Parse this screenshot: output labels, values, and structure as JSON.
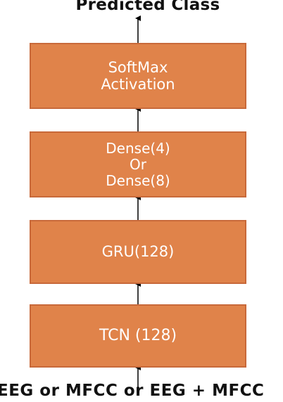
{
  "diagram": {
    "output_label": "Predicted Class",
    "input_label": "EEG or MFCC or EEG + MFCC",
    "layers": {
      "softmax": {
        "line1": "SoftMax",
        "line2": "Activation"
      },
      "dense": {
        "line1": "Dense(4)",
        "line2": "Or",
        "line3": "Dense(8)"
      },
      "gru": {
        "label": "GRU(128)"
      },
      "tcn": {
        "label": "TCN (128)"
      }
    },
    "colors": {
      "box_fill": "#e0834a",
      "box_border": "#c8693a",
      "box_text": "#ffffff",
      "arrow": "#000000"
    }
  }
}
